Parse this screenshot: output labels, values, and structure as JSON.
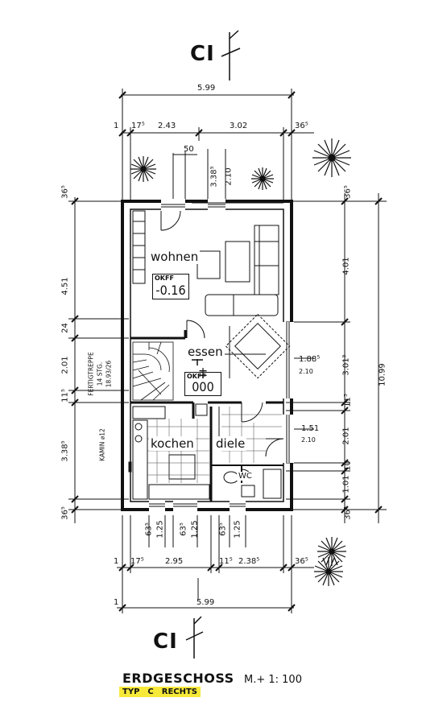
{
  "section_marks": {
    "top": "CI",
    "bottom": "CI"
  },
  "rooms": {
    "wohnen": "wohnen",
    "essen": "essen",
    "kochen": "kochen",
    "diele": "diele",
    "wc": "WC"
  },
  "levels": [
    {
      "label": "OKFF",
      "value": "-0.16"
    },
    {
      "label": "OKFF",
      "value": "± 000"
    }
  ],
  "dimensions": {
    "top_total": "5.99",
    "top_chain": [
      "1",
      "17⁵",
      "2.43",
      "3.02",
      "36⁵"
    ],
    "door_50": "50",
    "door_385": "3.38⁵",
    "door_210": "2.10",
    "left_chain": [
      "36⁵",
      "4.51",
      "24",
      "2.01",
      "11⁵",
      "3.38⁵",
      "36⁵"
    ],
    "right_chain": [
      "36⁵",
      "4.01",
      "3.01⁵",
      "11⁵",
      "2.01",
      "10",
      "1.01",
      "36⁵"
    ],
    "right_total": "10.99",
    "window_essen": [
      "1.88⁵",
      "2.10"
    ],
    "window_diele": [
      "1.51",
      "2.10"
    ],
    "bottom_openings": [
      "63⁵",
      "1.25",
      "63⁵",
      "1.25",
      "63⁵",
      "1.25"
    ],
    "bottom_chain": [
      "1",
      "17⁵",
      "2.95",
      "11⁵",
      "2.38⁵",
      "36⁵"
    ],
    "bottom_total": "5.99",
    "bottom_total_left": "1"
  },
  "notes": {
    "stair": [
      "FERTIGTREPPE",
      "14 STG.",
      "18.93/26"
    ],
    "kamin": "KAMIN  ⌀12"
  },
  "title": "ERDGESCHOSS",
  "scale": "M.+ 1: 100",
  "type_tag": [
    "TYP",
    "C",
    "RECHTS"
  ]
}
